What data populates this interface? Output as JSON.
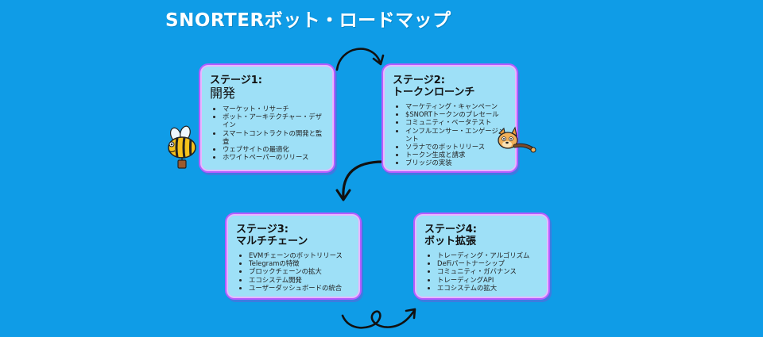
{
  "title": "SNORTERボット・ロードマップ",
  "colors": {
    "background": "#0f9ce7",
    "card": "#9ee0f7",
    "card_border": "#b45cff",
    "title": "#ffffff",
    "arrow": "#111111"
  },
  "stages": [
    {
      "label": "ステージ1:",
      "name": "開発",
      "items": [
        "マーケット・リサーチ",
        "ボット・アーキテクチャー・デザイン",
        "スマートコントラクトの開発と監査",
        "ウェブサイトの最適化",
        "ホワイトペーパーのリリース"
      ]
    },
    {
      "label": "ステージ2:",
      "name": "トークンローンチ",
      "items": [
        "マーケティング・キャンペーン",
        "$SNORTトークンのプレセール",
        "コミュニティ・ベータテスト",
        "インフルエンサー・エンゲージメント",
        "ソラナでのボットリリース",
        "トークン生成と請求",
        "ブリッジの実装"
      ]
    },
    {
      "label": "ステージ3:",
      "name": "マルチチェーン",
      "items": [
        "EVMチェーンのボットリリース",
        "Telegramの特徴",
        "ブロックチェーンの拡大",
        "エコシステム開発",
        "ユーザーダッシュボードの統合"
      ]
    },
    {
      "label": "ステージ4:",
      "name": "ボット拡張",
      "items": [
        "トレーディング・アルゴリズム",
        "DeFiパートナーシップ",
        "コミュニティ・ガバナンス",
        "トレーディングAPI",
        "エコシステムの拡大"
      ]
    }
  ],
  "icons": {
    "bee": "bee-mascot-icon",
    "dog": "dog-mascot-icon",
    "arrows": [
      "curved-arrow-right-icon",
      "curved-arrow-down-icon",
      "loop-arrow-right-icon"
    ]
  }
}
